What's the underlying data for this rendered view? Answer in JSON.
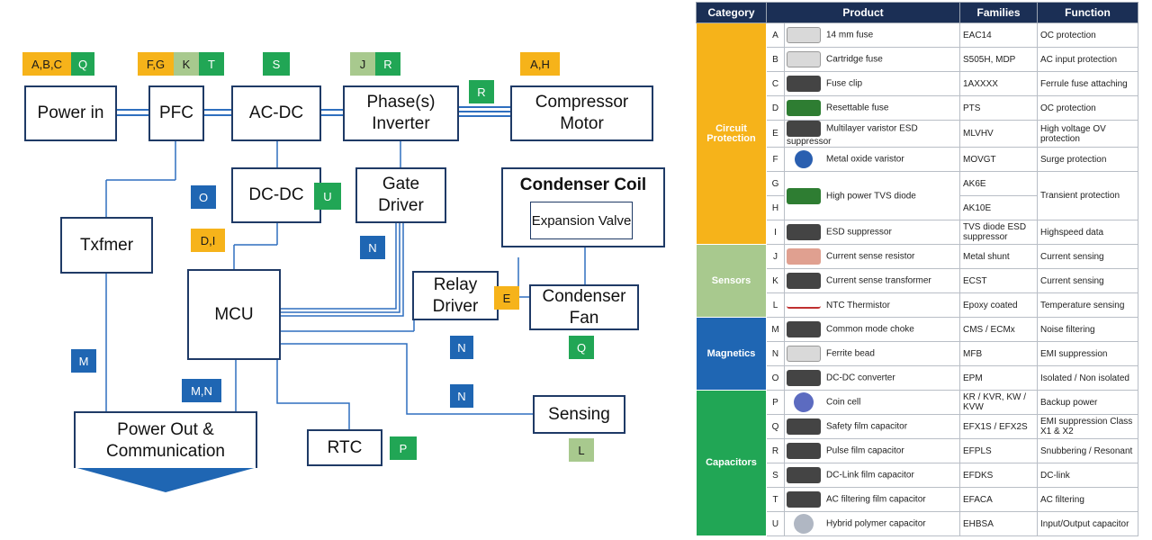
{
  "diagram": {
    "blocks": {
      "power_in": "Power in",
      "pfc": "PFC",
      "ac_dc": "AC-DC",
      "phase_inverter": "Phase(s) Inverter",
      "compressor_motor": "Compressor Motor",
      "dc_dc": "DC-DC",
      "gate_driver": "Gate Driver",
      "condenser_coil": "Condenser Coil",
      "expansion_valve": "Expansion Valve",
      "txfmer": "Txfmer",
      "mcu": "MCU",
      "relay_driver": "Relay Driver",
      "condenser_fan": "Condenser Fan",
      "sensing": "Sensing",
      "rtc": "RTC",
      "power_out": "Power Out & Communication"
    },
    "tags": {
      "abc": "A,B,C",
      "q1": "Q",
      "fg": "F,G",
      "k": "K",
      "t": "T",
      "s": "S",
      "j": "J",
      "r1": "R",
      "ah": "A,H",
      "r2": "R",
      "o": "O",
      "u": "U",
      "di": "D,I",
      "n1": "N",
      "e": "E",
      "q2": "Q",
      "m": "M",
      "mn": "M,N",
      "n2": "N",
      "n3": "N",
      "p": "P",
      "l": "L"
    }
  },
  "table": {
    "headers": [
      "Category",
      "Product",
      "Families",
      "Function"
    ],
    "categories": {
      "circuit": "Circuit Protection",
      "sensors": "Sensors",
      "magnetics": "Magnetics",
      "capacitors": "Capacitors"
    },
    "colors": {
      "circuit": "#f6b31a",
      "sensors": "#a8c98e",
      "magnetics": "#1f66b3",
      "capacitors": "#21a655",
      "header": "#1b2f55"
    },
    "rows": [
      {
        "letter": "A",
        "product": "14 mm fuse",
        "family": "EAC14",
        "function": "OC protection"
      },
      {
        "letter": "B",
        "product": "Cartridge fuse",
        "family": "S505H, MDP",
        "function": "AC input protection"
      },
      {
        "letter": "C",
        "product": "Fuse clip",
        "family": "1AXXXX",
        "function": "Ferrule fuse attaching"
      },
      {
        "letter": "D",
        "product": "Resettable fuse",
        "family": "PTS",
        "function": "OC protection"
      },
      {
        "letter": "E",
        "product": "Multilayer varistor ESD suppressor",
        "family": "MLVHV",
        "function": "High voltage OV protection"
      },
      {
        "letter": "F",
        "product": "Metal oxide varistor",
        "family": "MOVGT",
        "function": "Surge protection"
      },
      {
        "letter": "G",
        "product": "High power TVS diode",
        "family": "AK6E",
        "function": "Transient protection"
      },
      {
        "letter": "H",
        "product": "",
        "family": "AK10E",
        "function": ""
      },
      {
        "letter": "I",
        "product": "ESD suppressor",
        "family": "TVS diode ESD suppressor",
        "function": "Highspeed data"
      },
      {
        "letter": "J",
        "product": "Current sense resistor",
        "family": "Metal shunt",
        "function": "Current sensing"
      },
      {
        "letter": "K",
        "product": "Current sense transformer",
        "family": "ECST",
        "function": "Current sensing"
      },
      {
        "letter": "L",
        "product": "NTC Thermistor",
        "family": "Epoxy coated",
        "function": "Temperature sensing"
      },
      {
        "letter": "M",
        "product": "Common mode choke",
        "family": "CMS / ECMx",
        "function": "Noise filtering"
      },
      {
        "letter": "N",
        "product": "Ferrite bead",
        "family": "MFB",
        "function": "EMI suppression"
      },
      {
        "letter": "O",
        "product": "DC-DC converter",
        "family": "EPM",
        "function": "Isolated / Non isolated"
      },
      {
        "letter": "P",
        "product": "Coin cell",
        "family": "KR / KVR, KW / KVW",
        "function": "Backup power"
      },
      {
        "letter": "Q",
        "product": "Safety film capacitor",
        "family": "EFX1S / EFX2S",
        "function": "EMI suppression Class X1 & X2"
      },
      {
        "letter": "R",
        "product": "Pulse film capacitor",
        "family": "EFPLS",
        "function": "Snubbering / Resonant"
      },
      {
        "letter": "S",
        "product": "DC-Link film capacitor",
        "family": "EFDKS",
        "function": "DC-link"
      },
      {
        "letter": "T",
        "product": "AC filtering film capacitor",
        "family": "EFACA",
        "function": "AC filtering"
      },
      {
        "letter": "U",
        "product": "Hybrid polymer capacitor",
        "family": "EHBSA",
        "function": "Input/Output capacitor"
      }
    ],
    "thumb_icons": [
      "fuse-icon",
      "cartridge-fuse-icon",
      "fuse-clip-icon",
      "resettable-fuse-icon",
      "varistor-icon",
      "mov-icon",
      "tvs-diode-icon",
      "esd-icon",
      "shunt-icon",
      "transformer-icon",
      "thermistor-icon",
      "choke-icon",
      "ferrite-icon",
      "dcdc-icon",
      "coin-cell-icon",
      "film-cap-icon",
      "pulse-cap-icon",
      "dclink-cap-icon",
      "ac-cap-icon",
      "polymer-cap-icon"
    ]
  }
}
